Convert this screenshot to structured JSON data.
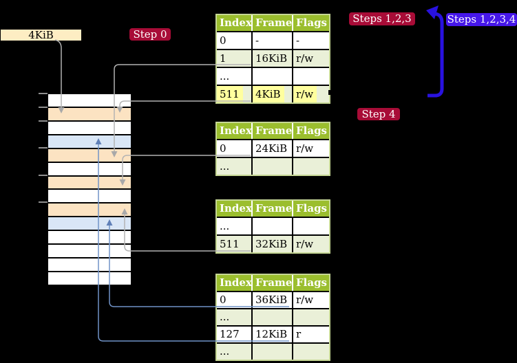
{
  "colors": {
    "background": "#000000",
    "table_header_green": "#9bbe2e",
    "table_row_green": "#eaf0d8",
    "table_outer_border": "#c6d795",
    "yellow_highlight": "#ffff9e",
    "memory_frame_peach": "#fce3c2",
    "memory_page_blue": "#d9e6f6",
    "label_cream": "#fdedc3",
    "badge_red": "#a80c37",
    "badge_blue": "#4617ea",
    "arrow_blue": "#2912e0",
    "connector_gray": "#b3b3b3",
    "connector_blue": "#7193c7"
  },
  "labels": {
    "frame_size": "4KiB"
  },
  "badges": {
    "step0": "Step 0",
    "steps123": "Steps 1,2,3",
    "steps1234": "Steps 1,2,3,4",
    "step4": "Step 4"
  },
  "memory_stack": {
    "rows": [
      {
        "fill": "white"
      },
      {
        "fill": "peach"
      },
      {
        "fill": "white"
      },
      {
        "fill": "blue"
      },
      {
        "fill": "peach"
      },
      {
        "fill": "white"
      },
      {
        "fill": "peach"
      },
      {
        "fill": "white"
      },
      {
        "fill": "peach"
      },
      {
        "fill": "blue"
      },
      {
        "fill": "white"
      },
      {
        "fill": "white"
      },
      {
        "fill": "white"
      },
      {
        "fill": "white"
      }
    ]
  },
  "tables": [
    {
      "headers": [
        "Index",
        "Frame",
        "Flags"
      ],
      "rows": [
        {
          "cells": [
            "0",
            "-",
            "-"
          ]
        },
        {
          "cells": [
            "1",
            "16KiB",
            "r/w"
          ]
        },
        {
          "cells": [
            "...",
            "",
            ""
          ]
        },
        {
          "cells": [
            "511",
            "4KiB",
            "r/w"
          ]
        }
      ]
    },
    {
      "headers": [
        "Index",
        "Frame",
        "Flags"
      ],
      "rows": [
        {
          "cells": [
            "0",
            "24KiB",
            "r/w"
          ]
        },
        {
          "cells": [
            "...",
            "",
            ""
          ]
        }
      ]
    },
    {
      "headers": [
        "Index",
        "Frame",
        "Flags"
      ],
      "rows": [
        {
          "cells": [
            "...",
            "",
            ""
          ]
        },
        {
          "cells": [
            "511",
            "32KiB",
            "r/w"
          ]
        }
      ]
    },
    {
      "headers": [
        "Index",
        "Frame",
        "Flags"
      ],
      "rows": [
        {
          "cells": [
            "0",
            "36KiB",
            "r/w"
          ]
        },
        {
          "cells": [
            "...",
            "",
            ""
          ]
        },
        {
          "cells": [
            "127",
            "12KiB",
            "r"
          ]
        },
        {
          "cells": [
            "...",
            "",
            ""
          ]
        }
      ]
    }
  ]
}
